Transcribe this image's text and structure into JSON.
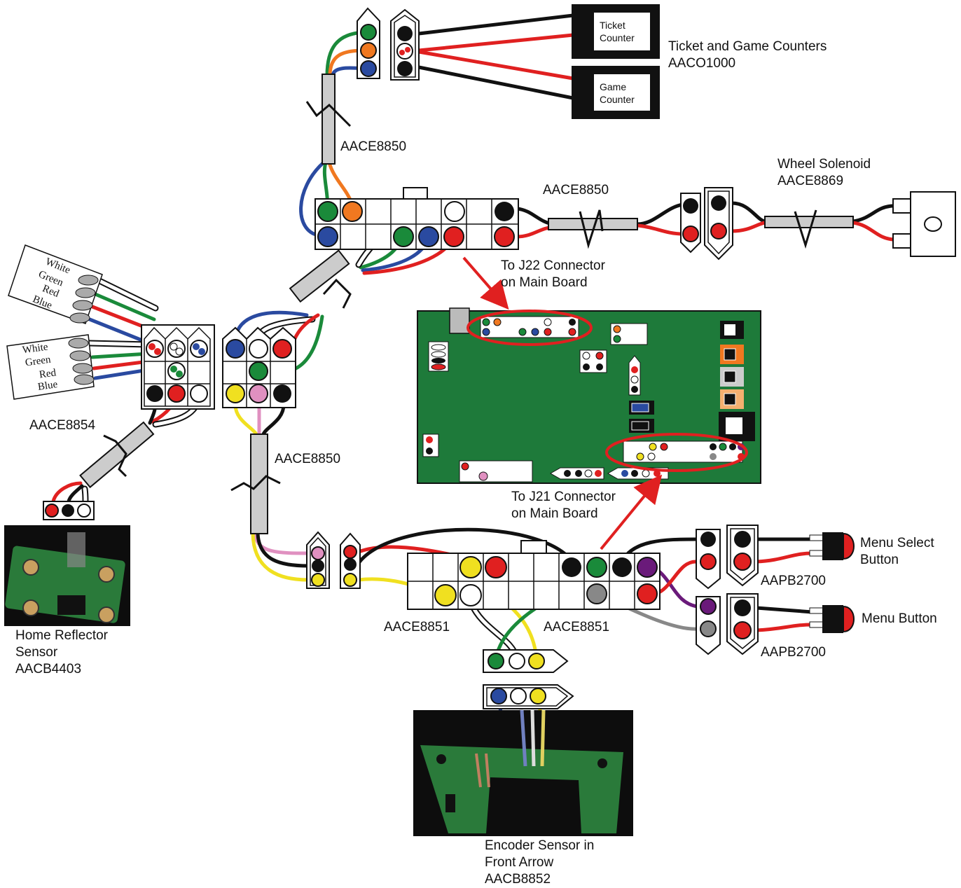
{
  "labels": {
    "ticket_counter": [
      "Ticket",
      "Counter"
    ],
    "game_counter": [
      "Game",
      "Counter"
    ],
    "counters_title": [
      "Ticket and Game Counters",
      "AACO1000"
    ],
    "cable_top": "AACE8850",
    "cable_mid": "AACE8850",
    "cable_left": "AACE8850",
    "wheel_solenoid": [
      "Wheel Solenoid",
      "AACE8869"
    ],
    "to_j22": [
      "To J22 Connector",
      "on Main Board"
    ],
    "to_j21": [
      "To J21 Connector",
      "on Main Board"
    ],
    "cable_8854": "AACE8854",
    "home_sensor": [
      "Home Reflector",
      "Sensor",
      "AACB4403"
    ],
    "cable_8851_left": "AACE8851",
    "cable_8851_right": "AACE8851",
    "menu_select": [
      "Menu Select",
      "Button"
    ],
    "menu_button": "Menu Button",
    "pb_top": "AAPB2700",
    "pb_bottom": "AAPB2700",
    "encoder": [
      "Encoder Sensor in",
      "Front Arrow",
      "AACB8852"
    ]
  },
  "wire_tags_top": [
    "White",
    "Green",
    "Red",
    "Blue"
  ],
  "wire_tags_bottom": [
    "White",
    "Green",
    "Red",
    "Blue"
  ],
  "colors": {
    "board_green": "#1e7a3a",
    "wire_red": "#e02020",
    "wire_green": "#1a8a3a",
    "wire_blue": "#2a4aa0",
    "wire_orange": "#f07820",
    "wire_yellow": "#f0e020",
    "wire_pink": "#e090c0",
    "wire_purple": "#6a1a7a",
    "wire_gray": "#888888",
    "callout_red": "#e02020"
  }
}
